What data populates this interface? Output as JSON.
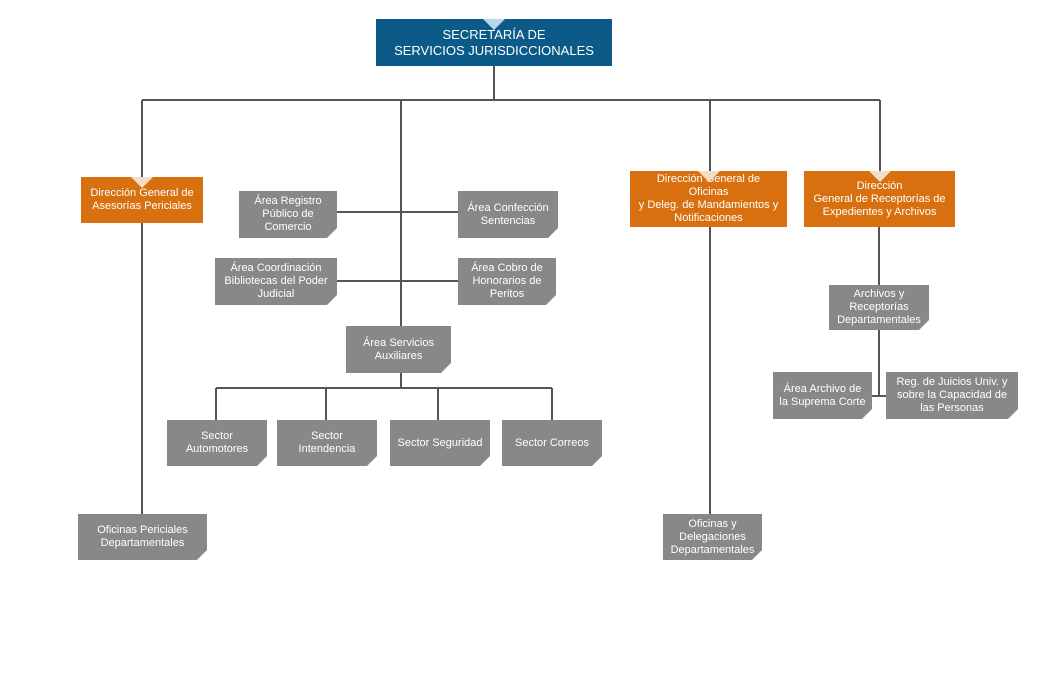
{
  "colors": {
    "root": "#0c5a88",
    "direction": "#d8700f",
    "area": "#888888",
    "connector": "#555555"
  },
  "root": {
    "line1": "SECRETARÍA DE",
    "line2": "SERVICIOS JURISDICCIONALES"
  },
  "dg_asesorias": {
    "line1": "Dirección General de",
    "line2": "Asesorías Periciales"
  },
  "oficinas_periciales": {
    "line1": "Oficinas Periciales",
    "line2": "Departamentales"
  },
  "area_registro": {
    "line1": "Área Registro",
    "line2": "Público de",
    "line3": "Comercio"
  },
  "area_confeccion": {
    "line1": "Área Confección",
    "line2": "Sentencias"
  },
  "area_bibliotecas": {
    "line1": "Área Coordinación",
    "line2": "Bibliotecas del Poder",
    "line3": "Judicial"
  },
  "area_cobro": {
    "line1": "Área Cobro de",
    "line2": "Honorarios de",
    "line3": "Peritos"
  },
  "area_servicios": {
    "line1": "Área Servicios",
    "line2": "Auxiliares"
  },
  "sector_automotores": {
    "line1": "Sector",
    "line2": "Automotores"
  },
  "sector_intendencia": {
    "line1": "Sector",
    "line2": "Intendencia"
  },
  "sector_seguridad": {
    "line1": "Sector Seguridad"
  },
  "sector_correos": {
    "line1": "Sector Correos"
  },
  "dg_oficinas": {
    "line1": "Dirección General de Oficinas",
    "line2": "y Deleg. de Mandamientos y",
    "line3": "Notificaciones"
  },
  "oficinas_delegaciones": {
    "line1": "Oficinas y",
    "line2": "Delegaciones",
    "line3": "Departamentales"
  },
  "dg_receptorias": {
    "line1": "Dirección",
    "line2": "General de Receptorías de",
    "line3": "Expedientes y Archivos"
  },
  "archivos_receptorias": {
    "line1": "Archivos y",
    "line2": "Receptorías",
    "line3": "Departamentales"
  },
  "area_archivo": {
    "line1": "Área Archivo de",
    "line2": "la Suprema Corte"
  },
  "reg_juicios": {
    "line1": "Reg. de Juicios Univ. y",
    "line2": "sobre la Capacidad de",
    "line3": "las Personas"
  }
}
